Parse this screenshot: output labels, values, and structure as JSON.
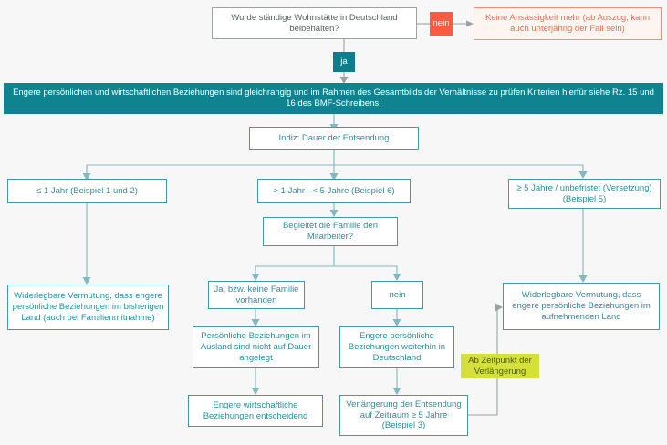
{
  "diagram": {
    "title": "Entscheidungsbaum Ansaessigkeit / Entsendung",
    "colors": {
      "teal": "#2b8f9c",
      "teal_fill": "#108391",
      "red_fill": "#fa5c41",
      "red_outline": "#fa8a74",
      "grey": "#9aa3a3",
      "yellow": "#d6e03d",
      "background": "#f7f7f7"
    },
    "nodes": {
      "question_wohnstaette": "Wurde ständige Wohnstätte in Deutschland beibehalten?",
      "label_nein_top": "nein",
      "result_keine_ansaessigkeit": "Keine Ansässigkeit mehr (ab Auszug, kann auch unterjährig der Fall sein)",
      "label_ja_top": "ja",
      "banner_beziehungen": "Engere persönlichen und wirtschaftlichen Beziehungen sind gleichrangig und im Rahmen des Gesamtbilds der Verhältnisse zu prüfen Kriterien hierfür siehe Rz. 15 und 16 des BMF-Schreibens:",
      "indiz_dauer": "Indiz: Dauer der Entsendung",
      "branch_bis_1_jahr": "≤ 1 Jahr (Beispiel 1 und 2)",
      "branch_1_bis_5_jahre": "> 1 Jahr - < 5 Jahre (Beispiel 6)",
      "branch_ab_5_jahre": "≥ 5 Jahre / unbefristet (Versetzung) (Beispiel 5)",
      "frage_familie": "Begleitet die Familie den Mitarbeiter?",
      "ja_keine_familie": "Ja, bzw. keine Familie vorhanden",
      "label_nein_familie": "nein",
      "vermutung_bisheriges_land": "Widerlegbare Vermutung, dass engere persönliche Beziehungen im bisherigen Land (auch bei Familienmitnahme)",
      "persoenliche_beziehungen_ausland": "Persönliche Beziehungen im Ausland sind nicht auf Dauer angelegt",
      "engere_beziehungen_deutschland": "Engere persönliche Beziehungen weiterhin in Deutschland",
      "vermutung_aufnehmendes_land": "Widerlegbare Vermutung, dass engere persönliche Beziehungen im aufnehmenden Land",
      "annotation_ab_zeitpunkt": "Ab Zeitpunkt der Verlängerung",
      "engere_wirtschaftliche": "Engere wirtschaftliche Beziehungen entscheidend",
      "verlaengerung_entsendung": "Verlängerung der Entsendung auf Zeitraum ≥ 5 Jahre (Beispiel 3)"
    }
  }
}
